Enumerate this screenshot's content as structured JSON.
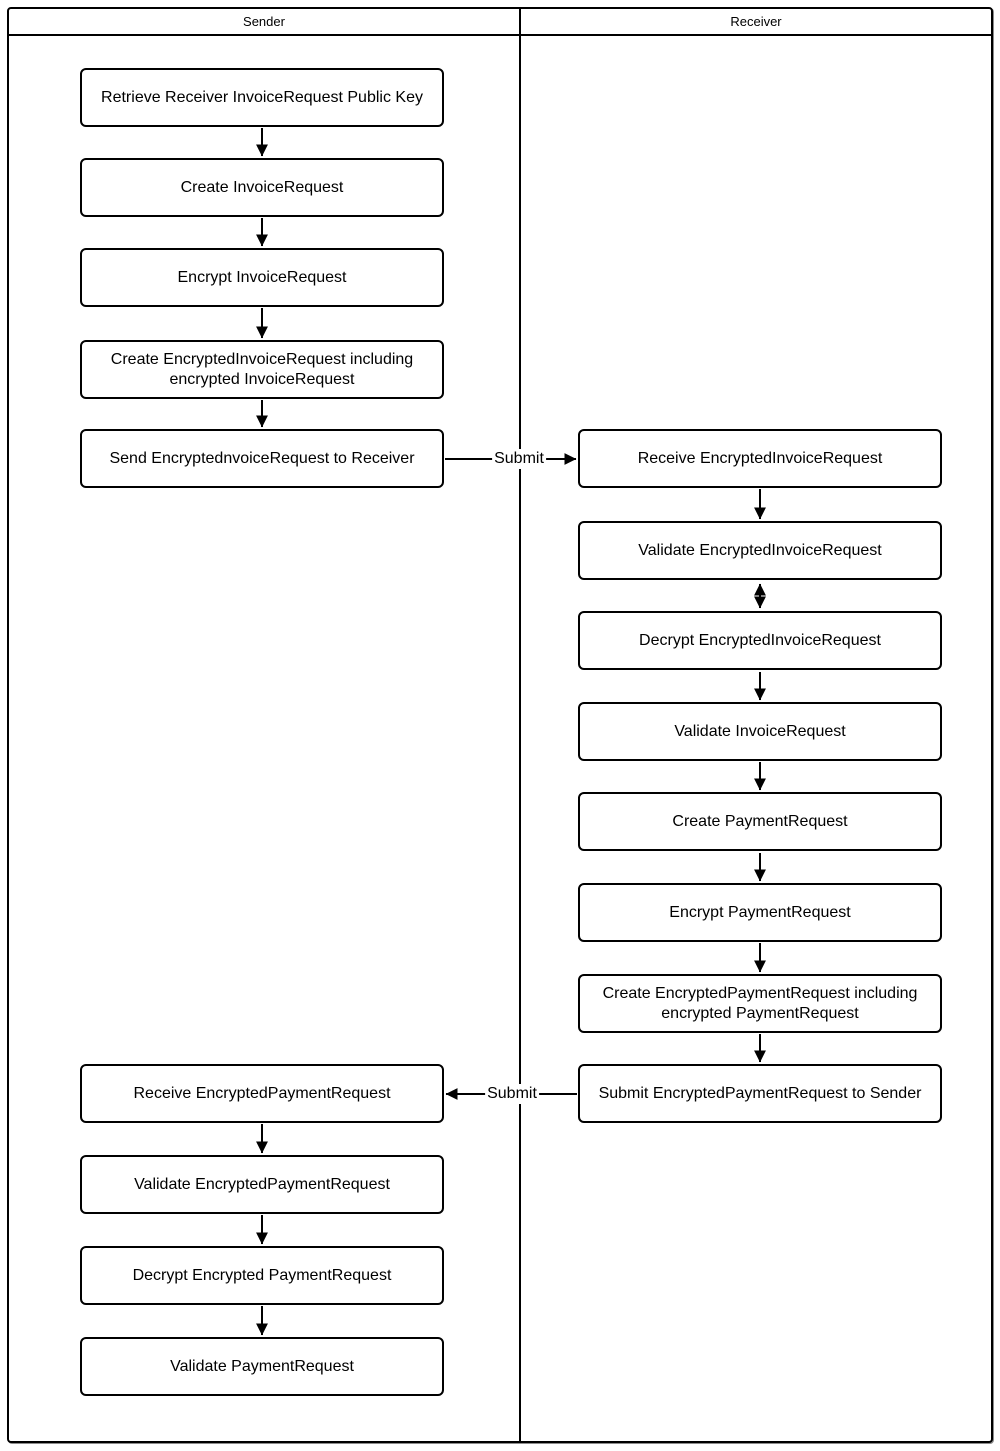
{
  "diagram": {
    "type": "swimlane-flowchart",
    "colors": {
      "stroke": "#000000",
      "fill": "#ffffff",
      "text": "#000000"
    },
    "lanes": [
      {
        "id": "sender",
        "label": "Sender"
      },
      {
        "id": "receiver",
        "label": "Receiver"
      }
    ],
    "nodes": [
      {
        "id": "retrieve-receiver-invoicerequest-public-key",
        "lane": "sender",
        "label": "Retrieve Receiver InvoiceRequest Public Key"
      },
      {
        "id": "create-invoicerequest",
        "lane": "sender",
        "label": "Create InvoiceRequest"
      },
      {
        "id": "encrypt-invoicerequest",
        "lane": "sender",
        "label": "Encrypt InvoiceRequest"
      },
      {
        "id": "create-encryptedinvoicerequest",
        "lane": "sender",
        "label": "Create EncryptedInvoiceRequest including encrypted InvoiceRequest"
      },
      {
        "id": "send-encryptedinvoicerequest",
        "lane": "sender",
        "label": "Send EncryptednvoiceRequest to Receiver"
      },
      {
        "id": "receive-encryptedinvoicerequest",
        "lane": "receiver",
        "label": "Receive EncryptedInvoiceRequest"
      },
      {
        "id": "validate-encryptedinvoicerequest",
        "lane": "receiver",
        "label": "Validate EncryptedInvoiceRequest"
      },
      {
        "id": "decrypt-encryptedinvoicerequest",
        "lane": "receiver",
        "label": "Decrypt EncryptedInvoiceRequest"
      },
      {
        "id": "validate-invoicerequest",
        "lane": "receiver",
        "label": "Validate InvoiceRequest"
      },
      {
        "id": "create-paymentrequest",
        "lane": "receiver",
        "label": "Create PaymentRequest"
      },
      {
        "id": "encrypt-paymentrequest",
        "lane": "receiver",
        "label": "Encrypt PaymentRequest"
      },
      {
        "id": "create-encryptedpaymentrequest",
        "lane": "receiver",
        "label": "Create EncryptedPaymentRequest including encrypted PaymentRequest"
      },
      {
        "id": "submit-encryptedpaymentrequest",
        "lane": "receiver",
        "label": "Submit EncryptedPaymentRequest to Sender"
      },
      {
        "id": "receive-encryptedpaymentrequest",
        "lane": "sender",
        "label": "Receive EncryptedPaymentRequest"
      },
      {
        "id": "validate-encryptedpaymentrequest",
        "lane": "sender",
        "label": "Validate EncryptedPaymentRequest"
      },
      {
        "id": "decrypt-encrypted-paymentrequest",
        "lane": "sender",
        "label": "Decrypt Encrypted PaymentRequest"
      },
      {
        "id": "validate-paymentrequest",
        "lane": "sender",
        "label": "Validate PaymentRequest"
      }
    ],
    "edges": [
      {
        "from": "retrieve-receiver-invoicerequest-public-key",
        "to": "create-invoicerequest"
      },
      {
        "from": "create-invoicerequest",
        "to": "encrypt-invoicerequest"
      },
      {
        "from": "encrypt-invoicerequest",
        "to": "create-encryptedinvoicerequest"
      },
      {
        "from": "create-encryptedinvoicerequest",
        "to": "send-encryptedinvoicerequest"
      },
      {
        "from": "send-encryptedinvoicerequest",
        "to": "receive-encryptedinvoicerequest",
        "label": "Submit"
      },
      {
        "from": "receive-encryptedinvoicerequest",
        "to": "validate-encryptedinvoicerequest"
      },
      {
        "from": "validate-encryptedinvoicerequest",
        "to": "decrypt-encryptedinvoicerequest",
        "bidirectional": true
      },
      {
        "from": "decrypt-encryptedinvoicerequest",
        "to": "validate-invoicerequest"
      },
      {
        "from": "validate-invoicerequest",
        "to": "create-paymentrequest"
      },
      {
        "from": "create-paymentrequest",
        "to": "encrypt-paymentrequest"
      },
      {
        "from": "encrypt-paymentrequest",
        "to": "create-encryptedpaymentrequest"
      },
      {
        "from": "create-encryptedpaymentrequest",
        "to": "submit-encryptedpaymentrequest"
      },
      {
        "from": "submit-encryptedpaymentrequest",
        "to": "receive-encryptedpaymentrequest",
        "label": "Submit"
      },
      {
        "from": "receive-encryptedpaymentrequest",
        "to": "validate-encryptedpaymentrequest"
      },
      {
        "from": "validate-encryptedpaymentrequest",
        "to": "decrypt-encrypted-paymentrequest"
      },
      {
        "from": "decrypt-encrypted-paymentrequest",
        "to": "validate-paymentrequest"
      }
    ]
  }
}
